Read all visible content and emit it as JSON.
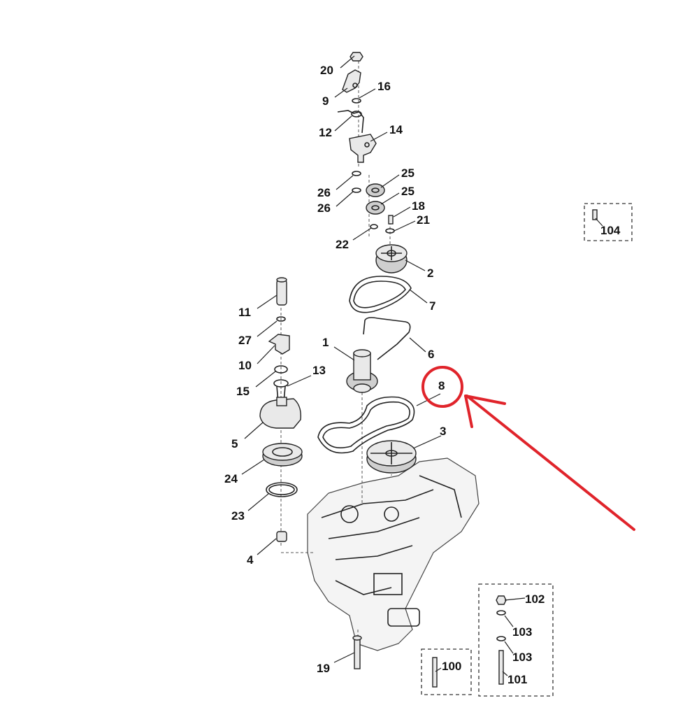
{
  "accent_color": "#e0242b",
  "callouts": {
    "c1": "1",
    "c2": "2",
    "c3": "3",
    "c4": "4",
    "c5": "5",
    "c6": "6",
    "c7": "7",
    "c8": "8",
    "c9": "9",
    "c10": "10",
    "c11": "11",
    "c12": "12",
    "c13": "13",
    "c14": "14",
    "c15": "15",
    "c16": "16",
    "c18": "18",
    "c19": "19",
    "c20": "20",
    "c21": "21",
    "c22": "22",
    "c23": "23",
    "c24": "24",
    "c25a": "25",
    "c25b": "25",
    "c26a": "26",
    "c26b": "26",
    "c27": "27",
    "c100": "100",
    "c101": "101",
    "c102": "102",
    "c103a": "103",
    "c103b": "103",
    "c104": "104"
  }
}
